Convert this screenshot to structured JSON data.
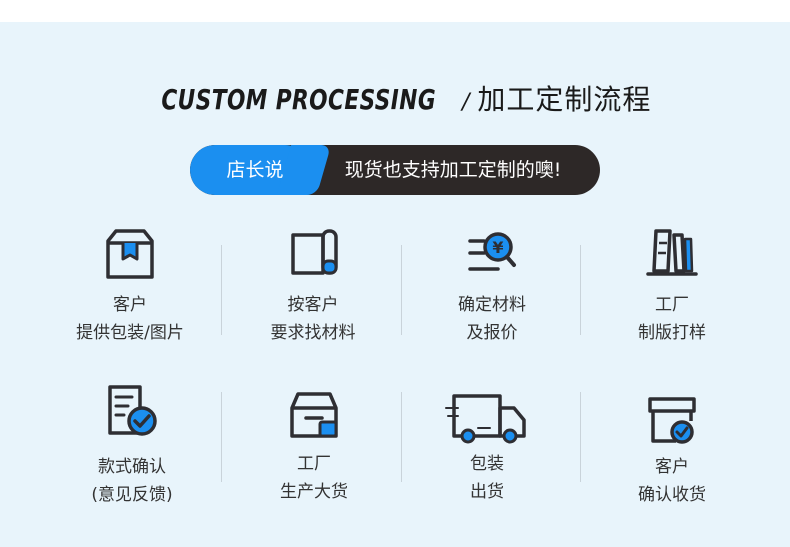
{
  "header": {
    "title_en": "CUSTOM PROCESSING",
    "separator": "/",
    "title_cn": "加工定制流程"
  },
  "banner": {
    "owner_label": "店长说",
    "message": "现货也支持加工定制的噢!"
  },
  "colors": {
    "accent": "#1b8ff0",
    "dark": "#2d2827",
    "background": "#e8f4fb",
    "icon": "#2e2e33"
  },
  "steps": [
    {
      "icon": "box-icon",
      "line1": "客户",
      "line2": "提供包装/图片"
    },
    {
      "icon": "material-roll-icon",
      "line1": "按客户",
      "line2": "要求找材料"
    },
    {
      "icon": "price-search-icon",
      "line1": "确定材料",
      "line2": "及报价"
    },
    {
      "icon": "factory-book-icon",
      "line1": "工厂",
      "line2": "制版打样"
    },
    {
      "icon": "document-check-icon",
      "line1": "款式确认",
      "line2": "(意见反馈)"
    },
    {
      "icon": "production-box-icon",
      "line1": "工厂",
      "line2": "生产大货"
    },
    {
      "icon": "delivery-truck-icon",
      "line1": "包装",
      "line2": "出货"
    },
    {
      "icon": "received-box-icon",
      "line1": "客户",
      "line2": "确认收货"
    }
  ]
}
